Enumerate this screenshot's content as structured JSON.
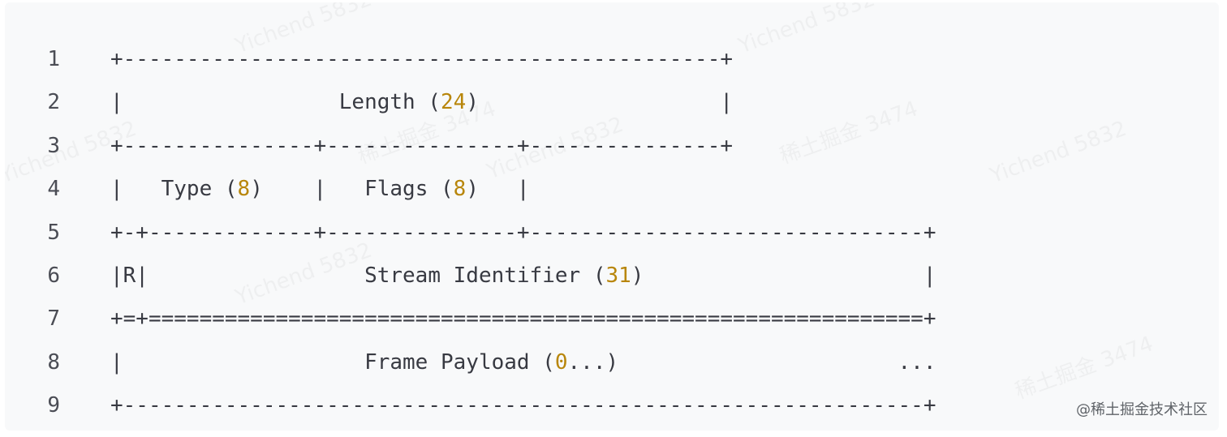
{
  "code_lines": [
    {
      "number": "1",
      "segments": [
        {
          "text": "+-----------------------------------------------+",
          "type": "text"
        }
      ]
    },
    {
      "number": "2",
      "segments": [
        {
          "text": "|                 Length (",
          "type": "text"
        },
        {
          "text": "24",
          "type": "num"
        },
        {
          "text": ")                   |",
          "type": "text"
        }
      ]
    },
    {
      "number": "3",
      "segments": [
        {
          "text": "+---------------+---------------+---------------+",
          "type": "text"
        }
      ]
    },
    {
      "number": "4",
      "segments": [
        {
          "text": "|   Type (",
          "type": "text"
        },
        {
          "text": "8",
          "type": "num"
        },
        {
          "text": ")    |   Flags (",
          "type": "text"
        },
        {
          "text": "8",
          "type": "num"
        },
        {
          "text": ")   |",
          "type": "text"
        }
      ]
    },
    {
      "number": "5",
      "segments": [
        {
          "text": "+-+-------------+---------------+-------------------------------+",
          "type": "text"
        }
      ]
    },
    {
      "number": "6",
      "segments": [
        {
          "text": "|R|                 Stream Identifier (",
          "type": "text"
        },
        {
          "text": "31",
          "type": "num"
        },
        {
          "text": ")                      |",
          "type": "text"
        }
      ]
    },
    {
      "number": "7",
      "segments": [
        {
          "text": "+=+=============================================================+",
          "type": "text"
        }
      ]
    },
    {
      "number": "8",
      "segments": [
        {
          "text": "|                   Frame Payload (",
          "type": "text"
        },
        {
          "text": "0",
          "type": "num"
        },
        {
          "text": "...)                      ...",
          "type": "text"
        }
      ]
    },
    {
      "number": "9",
      "segments": [
        {
          "text": "+---------------------------------------------------------------+",
          "type": "text"
        }
      ]
    }
  ],
  "watermarks": [
    "Yichend 5832",
    "Yichend 5832",
    "Yichend 5832",
    "Yichend 5832",
    "Yichend 5832",
    "Yichend 5832",
    "稀土掘金 3474",
    "稀土掘金 3474",
    "稀土掘金 3474"
  ],
  "footer": "@稀土掘金技术社区",
  "colors": {
    "background": "#f8f9fa",
    "text": "#383a42",
    "number": "#b8860b",
    "line_number": "#4b4d55"
  }
}
